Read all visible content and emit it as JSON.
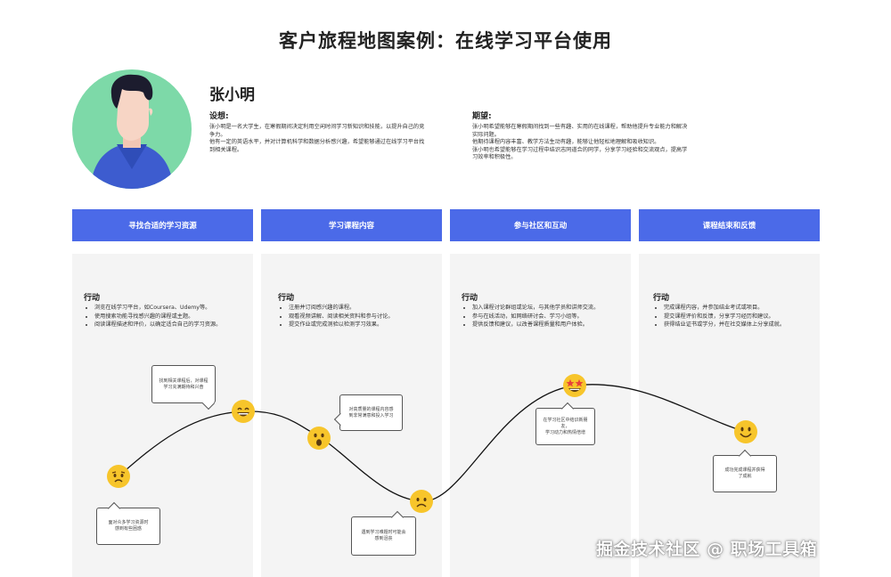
{
  "title": "客户旅程地图案例：在线学习平台使用",
  "persona": {
    "name": "张小明",
    "thoughts_label": "设想:",
    "thoughts": [
      "张小明是一名大学生，在寒假期间决定利用空闲时间学习新知识和技能，以提升自己的竞争力。",
      "他有一定的英语水平，并对计算机科学和数据分析感兴趣，希望能够通过在线学习平台找到相关课程。"
    ],
    "expectations_label": "期望:",
    "expectations": [
      "张小明希望能够在寒假期间找到一些有趣、实用的在线课程，帮助他提升专业能力和解决实际问题。",
      "他期待课程内容丰富、教学方法生动有趣，能够让他轻松地理解和吸收知识。",
      "张小明也希望能够在学习过程中结识志同道合的同学，分享学习经验和交流观点，提高学习效率和积极性。"
    ]
  },
  "stages": [
    {
      "title": "寻找合适的学习资源",
      "action_label": "行动",
      "actions": [
        "浏览在线学习平台，如Coursera、Udemy等。",
        "使用搜索功能寻找感兴趣的课程或主题。",
        "阅读课程描述和评价，以确定适合自己的学习资源。"
      ]
    },
    {
      "title": "学习课程内容",
      "action_label": "行动",
      "actions": [
        "注册并订阅感兴趣的课程。",
        "观看视频讲解、阅读相关资料和参与讨论。",
        "提交作业或完成测验以检测学习效果。"
      ]
    },
    {
      "title": "参与社区和互动",
      "action_label": "行动",
      "actions": [
        "加入课程讨论群组或论坛，与其他学员和讲师交流。",
        "参与在线活动，如网络研讨会、学习小组等。",
        "提供反馈和建议，以改善课程质量和用户体验。"
      ]
    },
    {
      "title": "课程结束和反馈",
      "action_label": "行动",
      "actions": [
        "完成课程内容，并参加结业考试或项目。",
        "提交课程评价和反馈，分享学习经历和建议。",
        "获得结业证书或学分，并在社交媒体上分享成就。"
      ]
    }
  ],
  "bubbles": [
    {
      "lines": [
        "面对众多学习资源时",
        "感到有些困惑"
      ]
    },
    {
      "lines": [
        "找到相关课程后，对课程",
        "学习充满期待和兴奋"
      ]
    },
    {
      "lines": [
        "对高质量的课程内容感",
        "到非常满意和投入学习"
      ]
    },
    {
      "lines": [
        "遇到学习难题时可能会",
        "感到沮丧"
      ]
    },
    {
      "lines": [
        "在学习社区中结识新朋友，",
        "学习动力和热情倍增"
      ]
    },
    {
      "lines": [
        "成功完成课程并获得",
        "了成就"
      ]
    }
  ],
  "emojis": [
    {
      "mood": "worried",
      "icon": "worried-face-icon"
    },
    {
      "mood": "grinning",
      "icon": "grinning-face-icon"
    },
    {
      "mood": "surprised",
      "icon": "surprised-face-icon"
    },
    {
      "mood": "frowning",
      "icon": "frowning-face-icon"
    },
    {
      "mood": "star-struck",
      "icon": "star-struck-face-icon"
    },
    {
      "mood": "smiling",
      "icon": "smiling-face-icon"
    }
  ],
  "colors": {
    "stage_header": "#4b6ae8",
    "panel": "#f4f4f4",
    "emoji": "#f7c52b",
    "avatar_bg": "#7dd9a8",
    "shirt": "#3d5ccf"
  },
  "watermark": "掘金技术社区 @ 职场工具箱"
}
